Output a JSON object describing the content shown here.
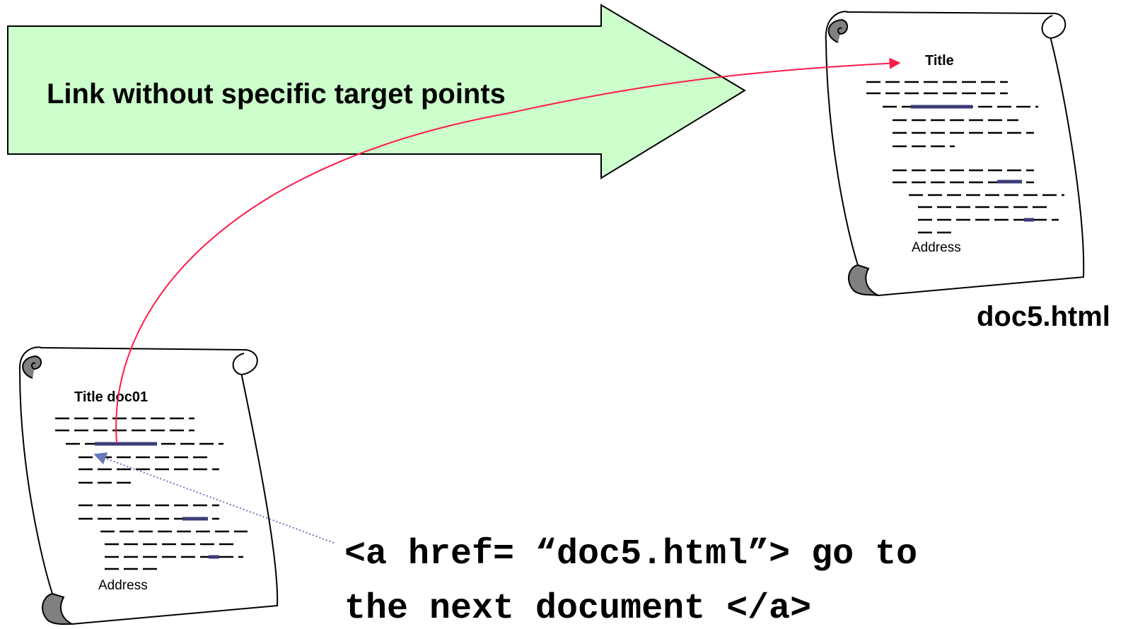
{
  "banner": {
    "label": "Link without specific target points",
    "fill_color": "#ccffcc"
  },
  "target_document": {
    "title": "Title",
    "address": "Address",
    "filename": "doc5.html"
  },
  "source_document": {
    "title": "Title doc01",
    "address": "Address"
  },
  "code": {
    "line1": "<a href= “doc5.html”> go to",
    "line2": "the next document </a>"
  },
  "colors": {
    "link_curve": "#ff1a4a",
    "pointer": "#6677bb",
    "link_mark": "#3c3c78",
    "scroll_curl": "#808080"
  }
}
